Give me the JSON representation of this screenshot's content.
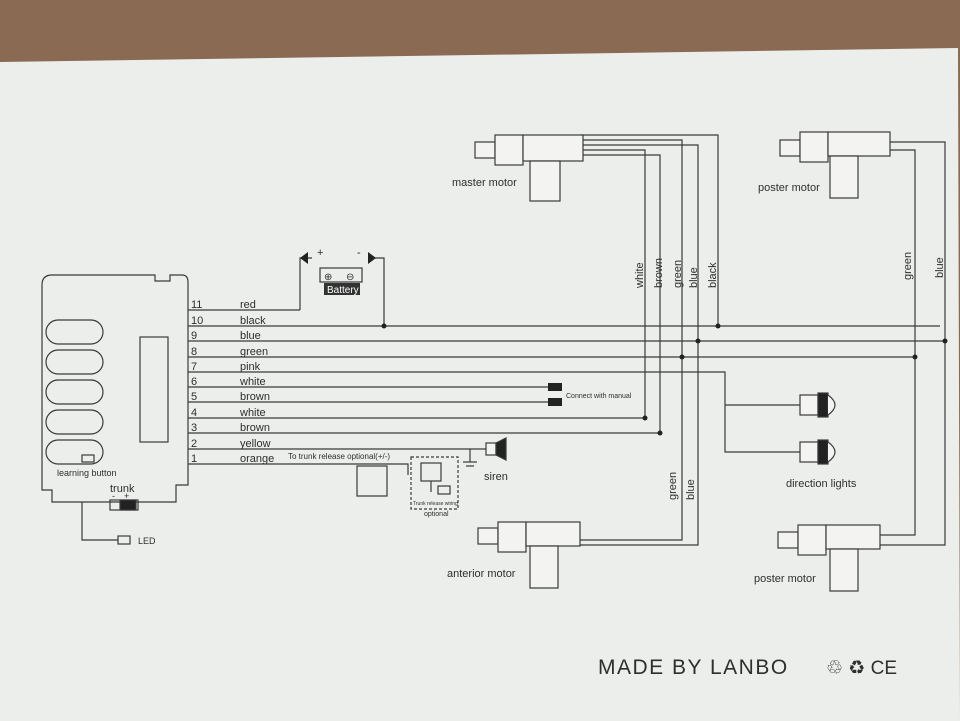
{
  "colors": {
    "paper": "#eceeec",
    "ink": "#3a3a3a",
    "background": "#8a6a52"
  },
  "wires": [
    {
      "pin": "11",
      "color": "red"
    },
    {
      "pin": "10",
      "color": "black"
    },
    {
      "pin": "9",
      "color": "blue"
    },
    {
      "pin": "8",
      "color": "green"
    },
    {
      "pin": "7",
      "color": "pink"
    },
    {
      "pin": "6",
      "color": "white"
    },
    {
      "pin": "5",
      "color": "brown"
    },
    {
      "pin": "4",
      "color": "white"
    },
    {
      "pin": "3",
      "color": "brown"
    },
    {
      "pin": "2",
      "color": "yellow"
    },
    {
      "pin": "1",
      "color": "orange"
    }
  ],
  "control_unit": {
    "learning_button": "learning button",
    "trunk": "trunk",
    "minus": "-",
    "plus": "+",
    "led": "LED"
  },
  "battery": {
    "label": "Battery",
    "plus": "+",
    "minus": "-",
    "plus_symbol": "⊕",
    "minus_symbol": "⊖"
  },
  "notes": {
    "connect_manual": "Connect with manual",
    "trunk_release": "To trunk release optional(+/-)",
    "optional": "optional",
    "trunk_release_relay": "Trunk release wiring"
  },
  "components": {
    "master_motor": "master motor",
    "poster_motor_top": "poster motor",
    "anterior_motor": "anterior motor",
    "poster_motor_bottom": "poster motor",
    "siren": "siren",
    "direction_lights": "direction lights"
  },
  "master_bus": [
    "white",
    "brown",
    "green",
    "blue",
    "black"
  ],
  "poster_bus": [
    "green",
    "blue"
  ],
  "anterior_bus": [
    "green",
    "blue"
  ],
  "footer": {
    "made_by": "MADE BY LANBO",
    "marks": "♲  ♻  CE"
  }
}
